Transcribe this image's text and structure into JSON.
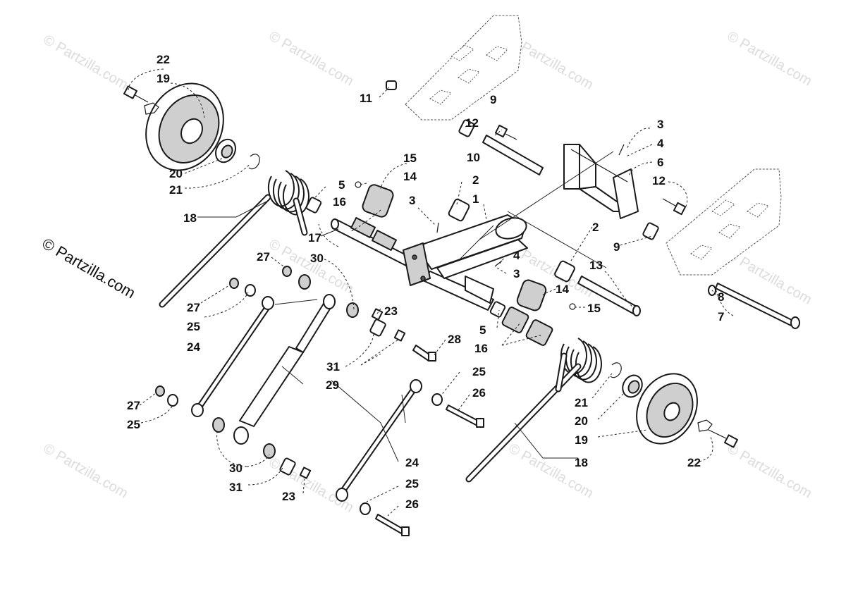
{
  "watermark": {
    "brand_text": "© Partzilla.com",
    "tile_text": "© Partzilla.com"
  },
  "callouts": {
    "n1": "1",
    "n2a": "2",
    "n2b": "2",
    "n3a": "3",
    "n3b": "3",
    "n3c": "3",
    "n4a": "4",
    "n4b": "4",
    "n5a": "5",
    "n5b": "5",
    "n6": "6",
    "n7": "7",
    "n8": "8",
    "n9a": "9",
    "n9b": "9",
    "n10": "10",
    "n11": "11",
    "n12a": "12",
    "n12b": "12",
    "n13": "13",
    "n14a": "14",
    "n14b": "14",
    "n15a": "15",
    "n15b": "15",
    "n16a": "16",
    "n16b": "16",
    "n17": "17",
    "n18a": "18",
    "n18b": "18",
    "n19a": "19",
    "n19b": "19",
    "n20a": "20",
    "n20b": "20",
    "n21a": "21",
    "n21b": "21",
    "n22a": "22",
    "n22b": "22",
    "n23a": "23",
    "n23b": "23",
    "n24a": "24",
    "n24b": "24",
    "n25a": "25",
    "n25b": "25",
    "n25c": "25",
    "n25d": "25",
    "n26a": "26",
    "n26b": "26",
    "n27a": "27",
    "n27b": "27",
    "n27c": "27",
    "n28": "28",
    "n29": "29",
    "n30a": "30",
    "n30b": "30",
    "n31a": "31",
    "n31b": "31"
  }
}
